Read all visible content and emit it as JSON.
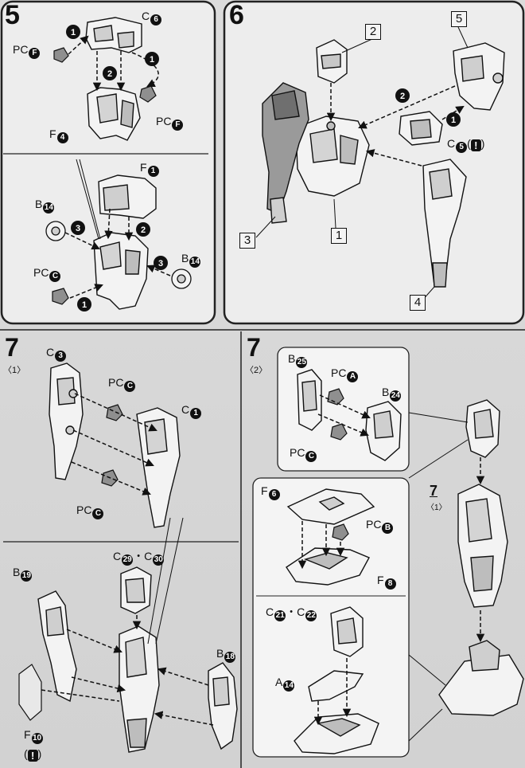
{
  "steps": {
    "s5": "5",
    "s6": "6",
    "s7a": "7",
    "s7a_sub": "〈1〉",
    "s7b": "7",
    "s7b_sub": "〈2〉"
  },
  "step5": {
    "top": {
      "pc_f1": "PC",
      "pc_f1_code": "F",
      "c6": "C",
      "c6_code": "6",
      "f4": "F",
      "f4_code": "4",
      "pc_f2": "PC",
      "pc_f2_code": "F"
    },
    "bottom": {
      "f1": "F",
      "f1_code": "1",
      "b14_left": "B",
      "b14_left_code": "14",
      "b14_right": "B",
      "b14_right_code": "14",
      "pc_c": "PC",
      "pc_c_code": "C"
    }
  },
  "step6": {
    "box1": "1",
    "box2": "2",
    "box3": "3",
    "box4": "4",
    "box5": "5",
    "c5": "C",
    "c5_code": "5",
    "c5_warn": "!"
  },
  "step7a": {
    "upper": {
      "c3": "C",
      "c3_code": "3",
      "c1": "C",
      "c1_code": "1",
      "pc_c1": "PC",
      "pc_c1_code": "C",
      "pc_c2": "PC",
      "pc_c2_code": "C"
    },
    "lower": {
      "c29_c30": "C",
      "c29_code": "29",
      "sep": "・",
      "c30_code": "30",
      "b19": "B",
      "b19_code": "19",
      "b18": "B",
      "b18_code": "18",
      "f10": "F",
      "f10_code": "10",
      "f10_warn": "!"
    }
  },
  "step7b": {
    "inset1": {
      "b25": "B",
      "b25_code": "25",
      "pc_a": "PC",
      "pc_a_code": "A",
      "b24": "B",
      "b24_code": "24",
      "pc_c": "PC",
      "pc_c_code": "C"
    },
    "inset2": {
      "f6": "F",
      "f6_code": "6",
      "pc_b": "PC",
      "pc_b_code": "B",
      "f8": "F",
      "f8_code": "8",
      "c21_c22": "C",
      "c21_code": "21",
      "sep": "・",
      "c22_code": "22",
      "a14": "A",
      "a14_code": "14"
    },
    "ref_box": "7",
    "ref_sub": "〈1〉"
  },
  "colors": {
    "ink": "#111111",
    "paper": "#d8d8d8",
    "panel": "#f2f2f2",
    "shade": "#8a8a8a"
  }
}
